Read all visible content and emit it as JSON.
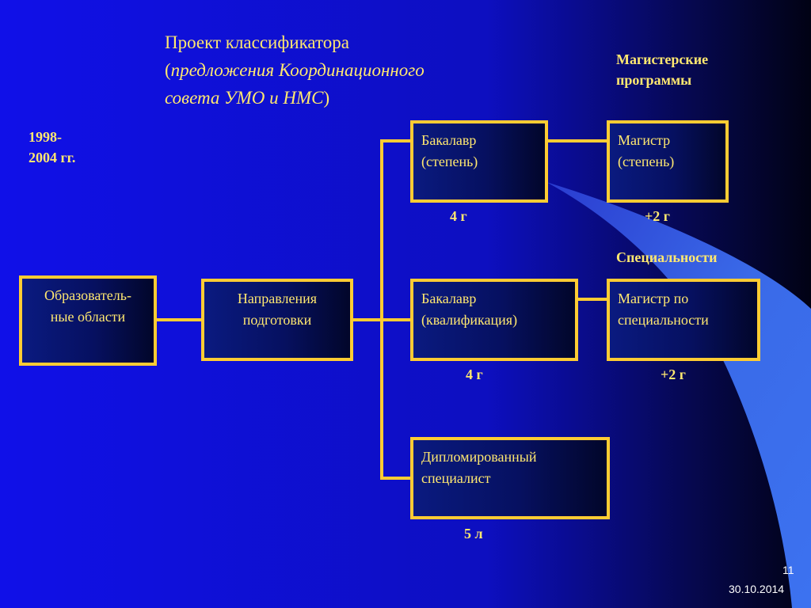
{
  "title": {
    "line1": "Проект классификатора",
    "line2_open": "(",
    "line2": "предложения Координационного",
    "line3": "совета УМО и НМС",
    "line3_close": ")"
  },
  "years": {
    "line1": "1998-",
    "line2": "2004 гг."
  },
  "masters_programs": {
    "line1": "Магистерские",
    "line2": "программы"
  },
  "specialties_label": "Специальности",
  "boxes": {
    "edu_areas": {
      "line1": "Образователь-",
      "line2": "ные области"
    },
    "directions": {
      "line1": "Направления",
      "line2": "подготовки"
    },
    "bachelor_degree": {
      "line1": "Бакалавр",
      "line2": "(степень)"
    },
    "master_degree": {
      "line1": "Магистр",
      "line2": "(степень)"
    },
    "bachelor_qual": {
      "line1": "Бакалавр",
      "line2": "(квалификация)"
    },
    "master_spec": {
      "line1": "Магистр по",
      "line2": "специальности"
    },
    "diploma": {
      "line1": "Дипломированный",
      "line2": "специалист"
    }
  },
  "durations": {
    "bachelor_degree": "4 г",
    "master_degree": "+2 г",
    "bachelor_qual": "4 г",
    "master_spec": "+2 г",
    "diploma": "5 л"
  },
  "footer": {
    "slide_number": "11",
    "date": "30.10.2014"
  },
  "colors": {
    "background": "#1414e0",
    "box_border": "#ffcc33",
    "text": "#ffe870",
    "accent_swoosh": "#3a6ae8"
  }
}
